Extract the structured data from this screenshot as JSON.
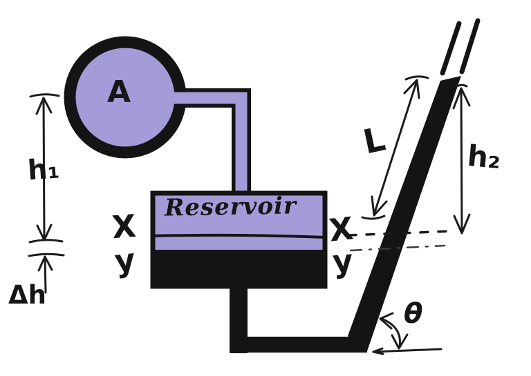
{
  "figure": {
    "background": "#ffffff",
    "ink_color": "#141414",
    "fluid_color": "#a49cd9",
    "labels": {
      "vessel": "A",
      "reservoir": "Reservoir",
      "height_left": "h₁",
      "height_difference": "Δh",
      "level_x_left": "X",
      "level_y_left": "y",
      "level_x_right": "X",
      "level_y_right": "y",
      "tube_length": "L",
      "height_right": "h₂",
      "angle": "θ"
    }
  }
}
